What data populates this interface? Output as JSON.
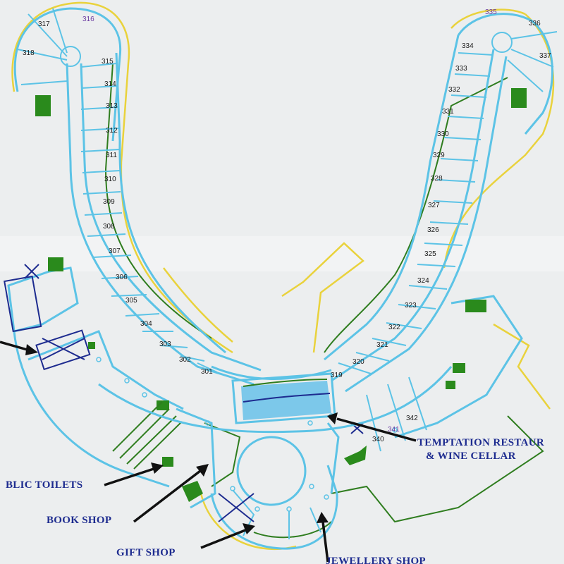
{
  "rooms_left": [
    "317",
    "316",
    "318",
    "315",
    "314",
    "313",
    "312",
    "311",
    "310",
    "309",
    "308",
    "307",
    "306",
    "305",
    "304",
    "303",
    "302",
    "301"
  ],
  "rooms_right": [
    "335",
    "336",
    "337",
    "334",
    "333",
    "332",
    "331",
    "330",
    "329",
    "328",
    "327",
    "326",
    "325",
    "324",
    "323",
    "322",
    "321",
    "320",
    "319",
    "342",
    "341",
    "340"
  ],
  "callouts": {
    "restaurant_line1": "TEMPTATION RESTAUR",
    "restaurant_line2": "& WINE CELLAR",
    "toilets": "BLIC TOILETS",
    "book_shop": "BOOK SHOP",
    "gift_shop": "GIFT SHOP",
    "jewellery_shop": "JEWELLERY SHOP"
  },
  "colors": {
    "walls": "#5cc3e6",
    "outline_yellow": "#e9d23c",
    "outline_green": "#2f7d1f",
    "stairs": "#2a8a1c",
    "label_blue": "#1d2b8f",
    "restaurant_fill": "#7cc8ea"
  }
}
